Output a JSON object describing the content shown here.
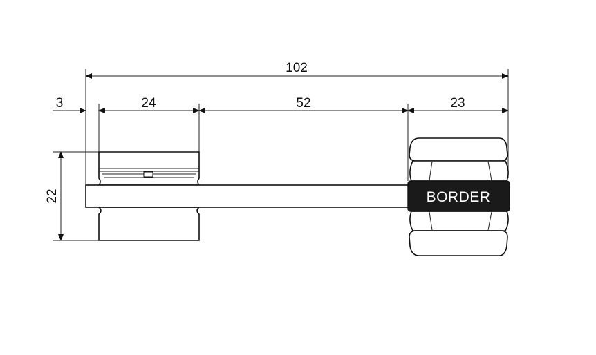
{
  "dimensions": {
    "overall": "102",
    "offset": "3",
    "cylinder_length": "24",
    "shaft_length": "52",
    "knob_length": "23",
    "height": "22"
  },
  "brand": {
    "logo_text": "BORDER"
  },
  "colors": {
    "line": "#111111",
    "knob_band": "#1a1a1a"
  }
}
